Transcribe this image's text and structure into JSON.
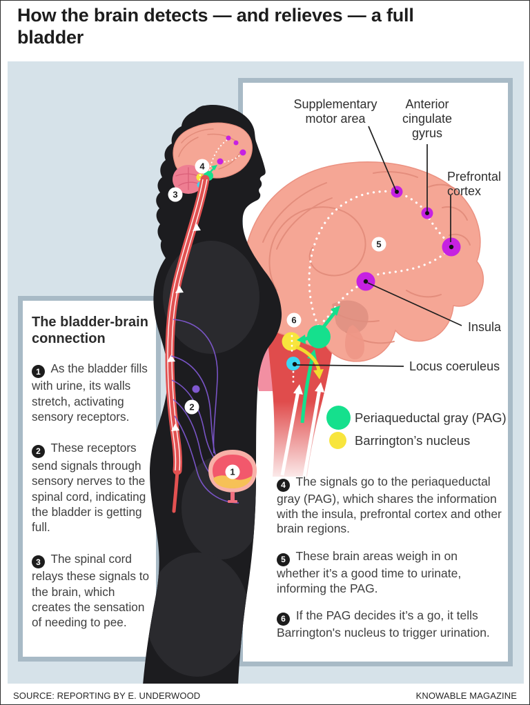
{
  "title": "How the brain detects — and relieves — a full bladder",
  "left_panel": {
    "heading": "The bladder-brain connection",
    "steps": [
      {
        "num": "1",
        "text": "As the bladder fills with urine, its walls stretch, activating sensory receptors."
      },
      {
        "num": "2",
        "text": "These receptors send signals through sensory nerves to the spinal cord, indicating the bladder is getting full."
      },
      {
        "num": "3",
        "text": "The spinal cord relays these signals to the brain, which creates the sensation of needing to pee."
      }
    ]
  },
  "right_panel": {
    "steps": [
      {
        "num": "4",
        "text": "The signals go to the periaqueductal gray (PAG), which shares the information with the insula, prefrontal cortex and other brain regions."
      },
      {
        "num": "5",
        "text": "These brain areas weigh in on whether it’s a good time to urinate, informing the PAG."
      },
      {
        "num": "6",
        "text": "If the PAG decides it’s a go, it tells Barrington's nucleus to trigger urination."
      }
    ]
  },
  "brain_labels": {
    "supplementary_motor_area": "Supplementary motor area",
    "anterior_cingulate_gyrus": "Anterior cingulate gyrus",
    "prefrontal_cortex": "Prefrontal cortex",
    "insula": "Insula",
    "locus_coeruleus": "Locus coeruleus"
  },
  "legend": [
    {
      "label": "Periaqueductal gray (PAG)",
      "color": "#15e08d"
    },
    {
      "label": "Barrington’s nucleus",
      "color": "#f8e53d"
    }
  ],
  "diagram_badges": [
    "1",
    "2",
    "3",
    "4",
    "5",
    "6"
  ],
  "footer": {
    "source": "SOURCE: REPORTING BY E. UNDERWOOD",
    "credit": "KNOWABLE MAGAZINE"
  },
  "colors": {
    "canvas_bg": "#d6e2e9",
    "box_border": "#a8bac6",
    "body_silhouette": "#1c1c1f",
    "brain_pink": "#f5a695",
    "brainstem_red": "#e04c4c",
    "pag_green": "#15e08d",
    "barrington_yellow": "#f8e53d",
    "locus_cyan": "#3cd6f2",
    "region_magenta": "#c621e2",
    "nerve_purple": "#7e57cf"
  }
}
